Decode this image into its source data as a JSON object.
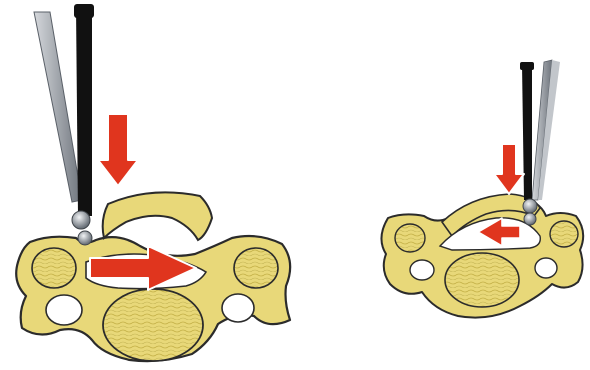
{
  "diagram": {
    "panels": [
      {
        "id": "left-panel",
        "stage": "before",
        "parts": [
          "cervical-vertebra",
          "vertebral-body",
          "transverse-foramen-left",
          "transverse-foramen-right",
          "lamina-fragment",
          "surgical-tool",
          "down-arrow",
          "right-arrow"
        ]
      },
      {
        "id": "right-panel",
        "stage": "after",
        "parts": [
          "cervical-vertebra",
          "vertebral-body",
          "transverse-foramen-left",
          "transverse-foramen-right",
          "lamina-arch",
          "surgical-tool",
          "down-arrow",
          "left-arrow"
        ]
      }
    ]
  },
  "colors": {
    "bone_fill": "#e8d879",
    "bone_stroke": "#2b2b2b",
    "bone_shadow": "#b9a53a",
    "texture": "#a99a38",
    "arrow_fill": "#e0351e",
    "arrow_stroke": "#ffffff",
    "tool_black": "#111111",
    "tool_grey": "#9aa0a8",
    "tool_tip": "#8f969e",
    "canal": "#ffffff",
    "background": "#ffffff"
  },
  "icons": {
    "pointer": "instrument-probe",
    "arrow": "direction-arrow"
  }
}
